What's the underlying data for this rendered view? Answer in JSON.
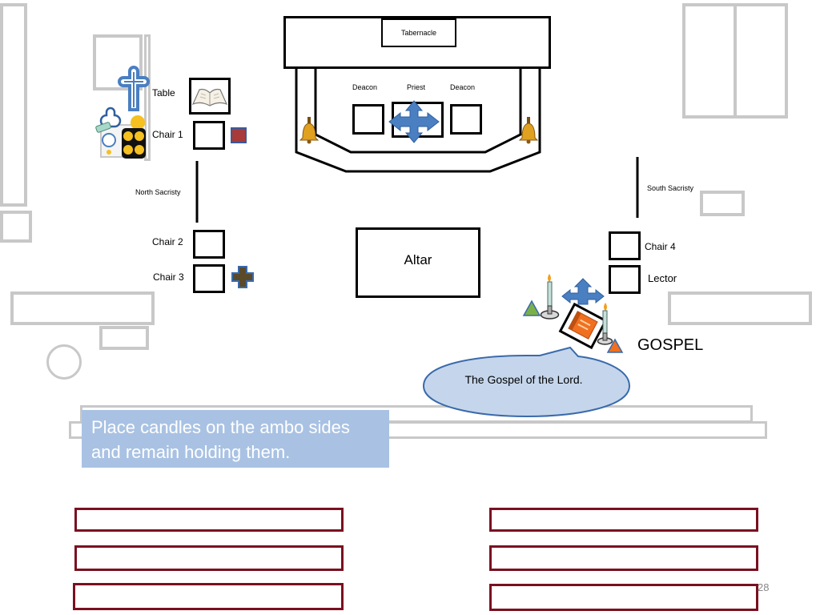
{
  "labels": {
    "tabernacle": "Tabernacle",
    "deacon_left": "Deacon",
    "priest": "Priest",
    "deacon_right": "Deacon",
    "table": "Table",
    "chair1": "Chair 1",
    "north_sacristy": "North Sacristy",
    "south_sacristy": "South Sacristy",
    "chair2": "Chair 2",
    "chair3": "Chair 3",
    "altar": "Altar",
    "chair4": "Chair 4",
    "lector": "Lector",
    "gospel": "GOSPEL"
  },
  "speech_bubble": "The Gospel of the Lord.",
  "instruction": "Place candles on the ambo sides and remain holding them.",
  "page_number": "28",
  "colors": {
    "accent_blue": "#4a7fc1",
    "instruction_bg": "#a9c2e3",
    "bubble_fill": "#c5d6ec",
    "pew_border": "#7a1020",
    "bell": "#e0a020",
    "gospel_book": "#f07020"
  },
  "icons": [
    "cross-icon",
    "book-icon",
    "arrows-icon",
    "bell-icon",
    "candle-icon",
    "censer-icon",
    "square-marker-icon",
    "plus-marker-icon",
    "triangle-marker-icon"
  ]
}
